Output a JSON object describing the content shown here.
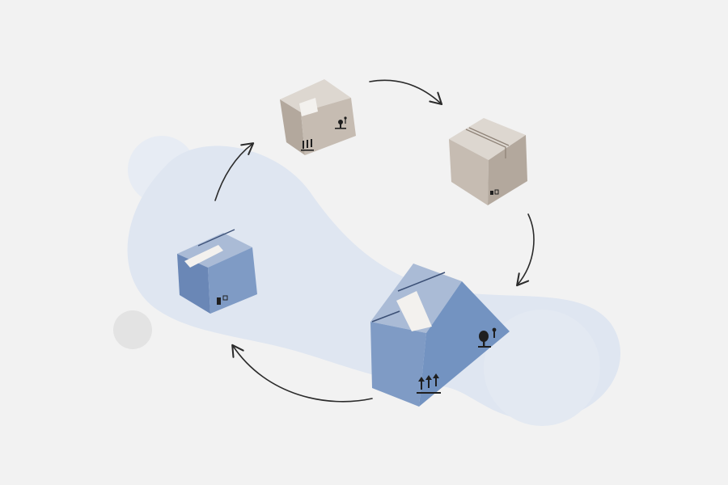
{
  "colors": {
    "background": "#f2f2f2",
    "blob": "#dfe6f1",
    "blob_circle": "#e7ecf4",
    "gray_dot": "#e3e3e3",
    "arrow": "#2b2b2b",
    "blue_box_top": "#aabbd6",
    "blue_box_front": "#7f9bc5",
    "blue_box_side": "#6a87b6",
    "kraft_box_top": "#ddd7d0",
    "kraft_box_front": "#c6bcb2",
    "kraft_box_side": "#b3a89d",
    "tape": "#f3f1ee",
    "handling_marks": "#1f1f1f"
  },
  "boxes": [
    {
      "name": "kraft-box-small-top",
      "material": "kraft",
      "handling_marks": [
        "this-way-up-icon",
        "fragile-icon"
      ]
    },
    {
      "name": "kraft-box-right",
      "material": "kraft",
      "handling_marks": [
        "label-icon"
      ]
    },
    {
      "name": "blue-box-large",
      "material": "blue",
      "handling_marks": [
        "this-way-up-icon",
        "fragile-icon"
      ]
    },
    {
      "name": "blue-box-left",
      "material": "blue",
      "handling_marks": [
        "label-icon"
      ]
    }
  ],
  "cycle": {
    "direction": "clockwise",
    "arrow_count": 4
  }
}
